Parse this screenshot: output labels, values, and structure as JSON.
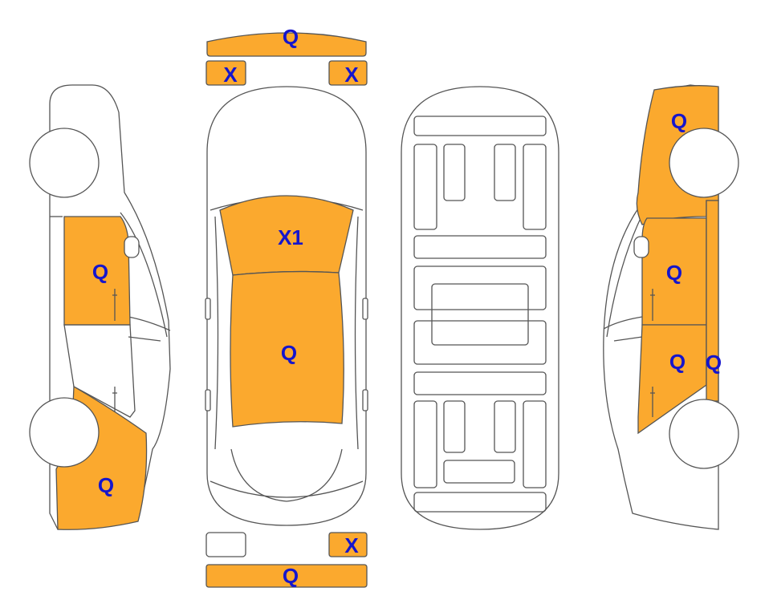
{
  "colors": {
    "damaged": "#FBA92E",
    "code_text": "#1515CC",
    "outline": "#555555"
  },
  "codes": {
    "front_bumper": "Q",
    "front_left_light": "X",
    "front_right_light": "X",
    "hood": "X1",
    "roof": "Q",
    "rear_right_light": "X",
    "rear_bumper": "Q",
    "left_front_door": "Q",
    "left_rear_quarter": "Q",
    "right_front_quarter": "Q",
    "right_front_door": "Q",
    "right_rear_door": "Q",
    "right_rocker": "Q"
  }
}
